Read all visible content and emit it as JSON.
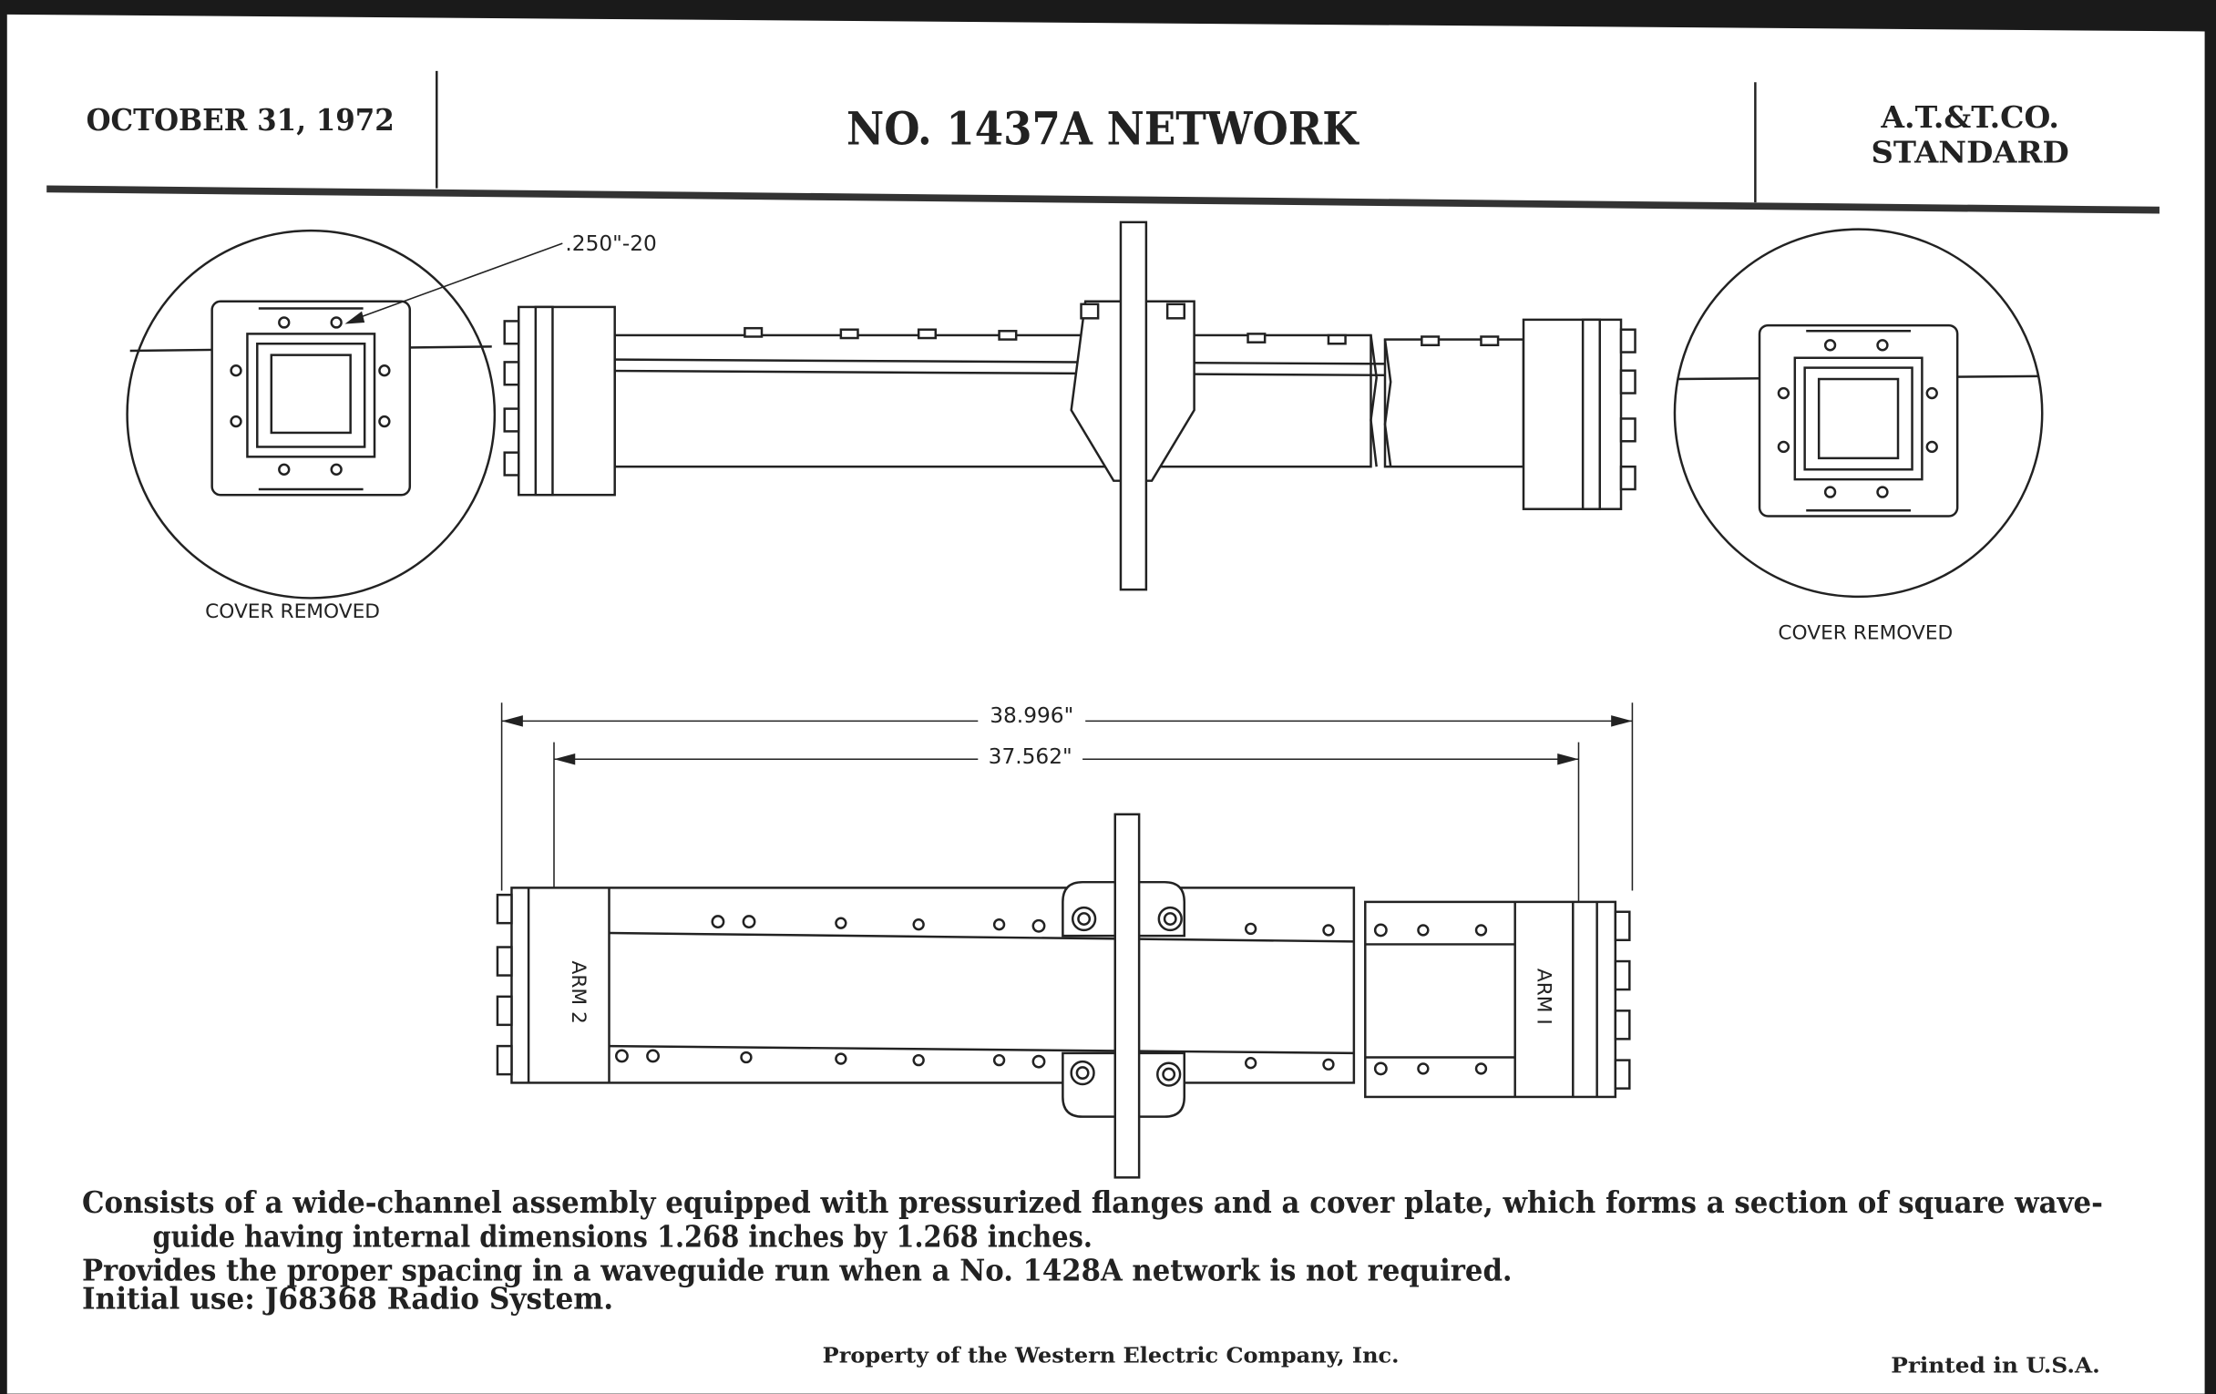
{
  "header": {
    "date": "OCTOBER 31, 1972",
    "title": "NO. 1437A NETWORK",
    "standard_line1": "A.T.&T.CO.",
    "standard_line2": "STANDARD"
  },
  "drawing": {
    "screw_callout": ".250\"-20",
    "left_detail_label": "COVER REMOVED",
    "right_detail_label": "COVER REMOVED",
    "overall_length": "38.996\"",
    "flange_length": "37.562\"",
    "arm_left": "ARM 2",
    "arm_right": "ARM I"
  },
  "description": {
    "line1": "Consists of a wide-channel assembly equipped with pressurized flanges and a cover plate, which forms a section of square wave-",
    "line2": "guide having internal dimensions 1.268 inches by 1.268 inches.",
    "line3": "Provides the proper spacing in a waveguide run when a No. 1428A network is not required.",
    "line4": "Initial use:  J68368 Radio System."
  },
  "footer": {
    "property": "Property of the Western Electric Company, Inc.",
    "printed": "Printed in U.S.A."
  }
}
